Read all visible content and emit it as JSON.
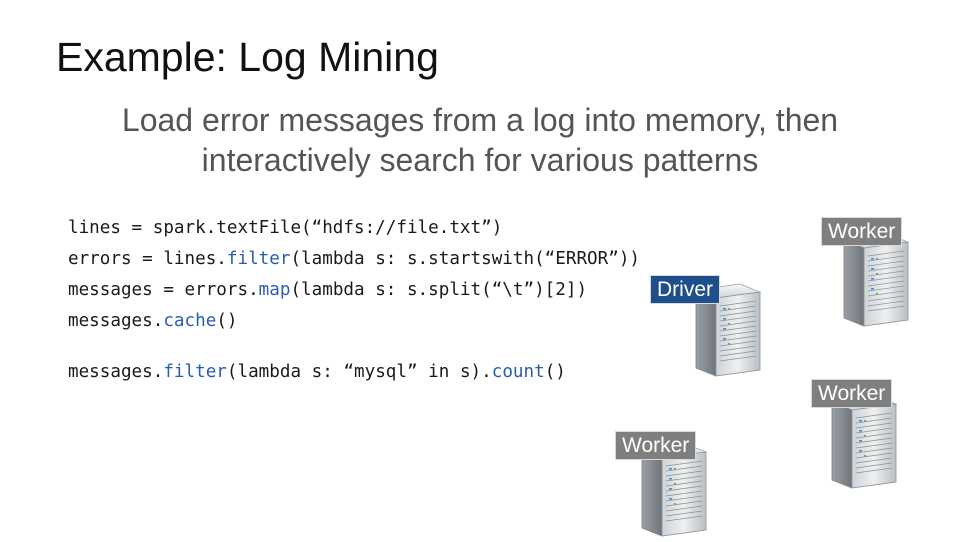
{
  "slide": {
    "title": "Example: Log Mining",
    "subtitle": "Load error messages from a log into memory, then interactively search for various patterns"
  },
  "code": {
    "line1": {
      "prefix": "lines = spark.textFile(",
      "arg": "“hdfs://file.txt”",
      "suffix": ")"
    },
    "line2": {
      "prefix": "errors = lines.",
      "method": "filter",
      "mid": "(lambda s: s.startswith(",
      "arg": "“ERROR”",
      "suffix": "))"
    },
    "line3": {
      "prefix": "messages = errors.",
      "method": "map",
      "mid": "(lambda s: s.split(",
      "arg": "“\\t”",
      "suffix": ")[2])"
    },
    "line4": {
      "prefix": "messages.",
      "method": "cache",
      "suffix": "()"
    },
    "line5": {
      "prefix": "messages.",
      "method": "filter",
      "mid": "(lambda s: ",
      "arg": "“mysql”",
      "mid2": " in s).",
      "method2": "count",
      "suffix": "()"
    }
  },
  "nodes": {
    "driver_label": "Driver",
    "worker_top_label": "Worker",
    "worker_middle_label": "Worker",
    "worker_bottom_label": "Worker"
  },
  "colors": {
    "driver_label_bg": "#1f4e8c",
    "worker_label_bg": "#7f7f7f"
  },
  "icons": {
    "server": "server-tower-icon"
  }
}
